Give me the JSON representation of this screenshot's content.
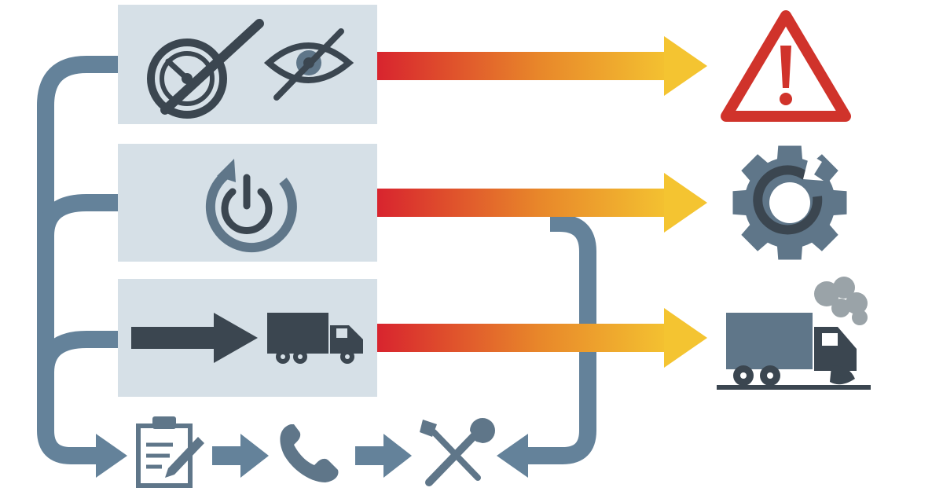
{
  "colors": {
    "background": "#ffffff",
    "panel": "#d6e0e7",
    "connector": "#64829a",
    "icon_dark": "#3b4650",
    "icon_mid": "#5f7689",
    "arrow_start": "#d8242e",
    "arrow_mid": "#e8872a",
    "arrow_end": "#f4c431",
    "warning_red": "#d0332b",
    "smoke": "#9aa3a8"
  },
  "rows": [
    {
      "name": "warning-lights-ignored",
      "icons": [
        "speedometer-crossed-icon",
        "eye-crossed-icon"
      ],
      "outcome_icon": "warning-triangle-icon"
    },
    {
      "name": "restart-ignored",
      "icons": [
        "power-restart-icon"
      ],
      "outcome_icon": "broken-gear-icon"
    },
    {
      "name": "keep-driving",
      "icons": [
        "forward-arrow-icon",
        "truck-icon"
      ],
      "outcome_icon": "broken-down-truck-icon"
    }
  ],
  "process_steps": [
    {
      "name": "report",
      "icon": "clipboard-icon"
    },
    {
      "name": "call",
      "icon": "phone-icon"
    },
    {
      "name": "repair",
      "icon": "tools-icon"
    }
  ]
}
